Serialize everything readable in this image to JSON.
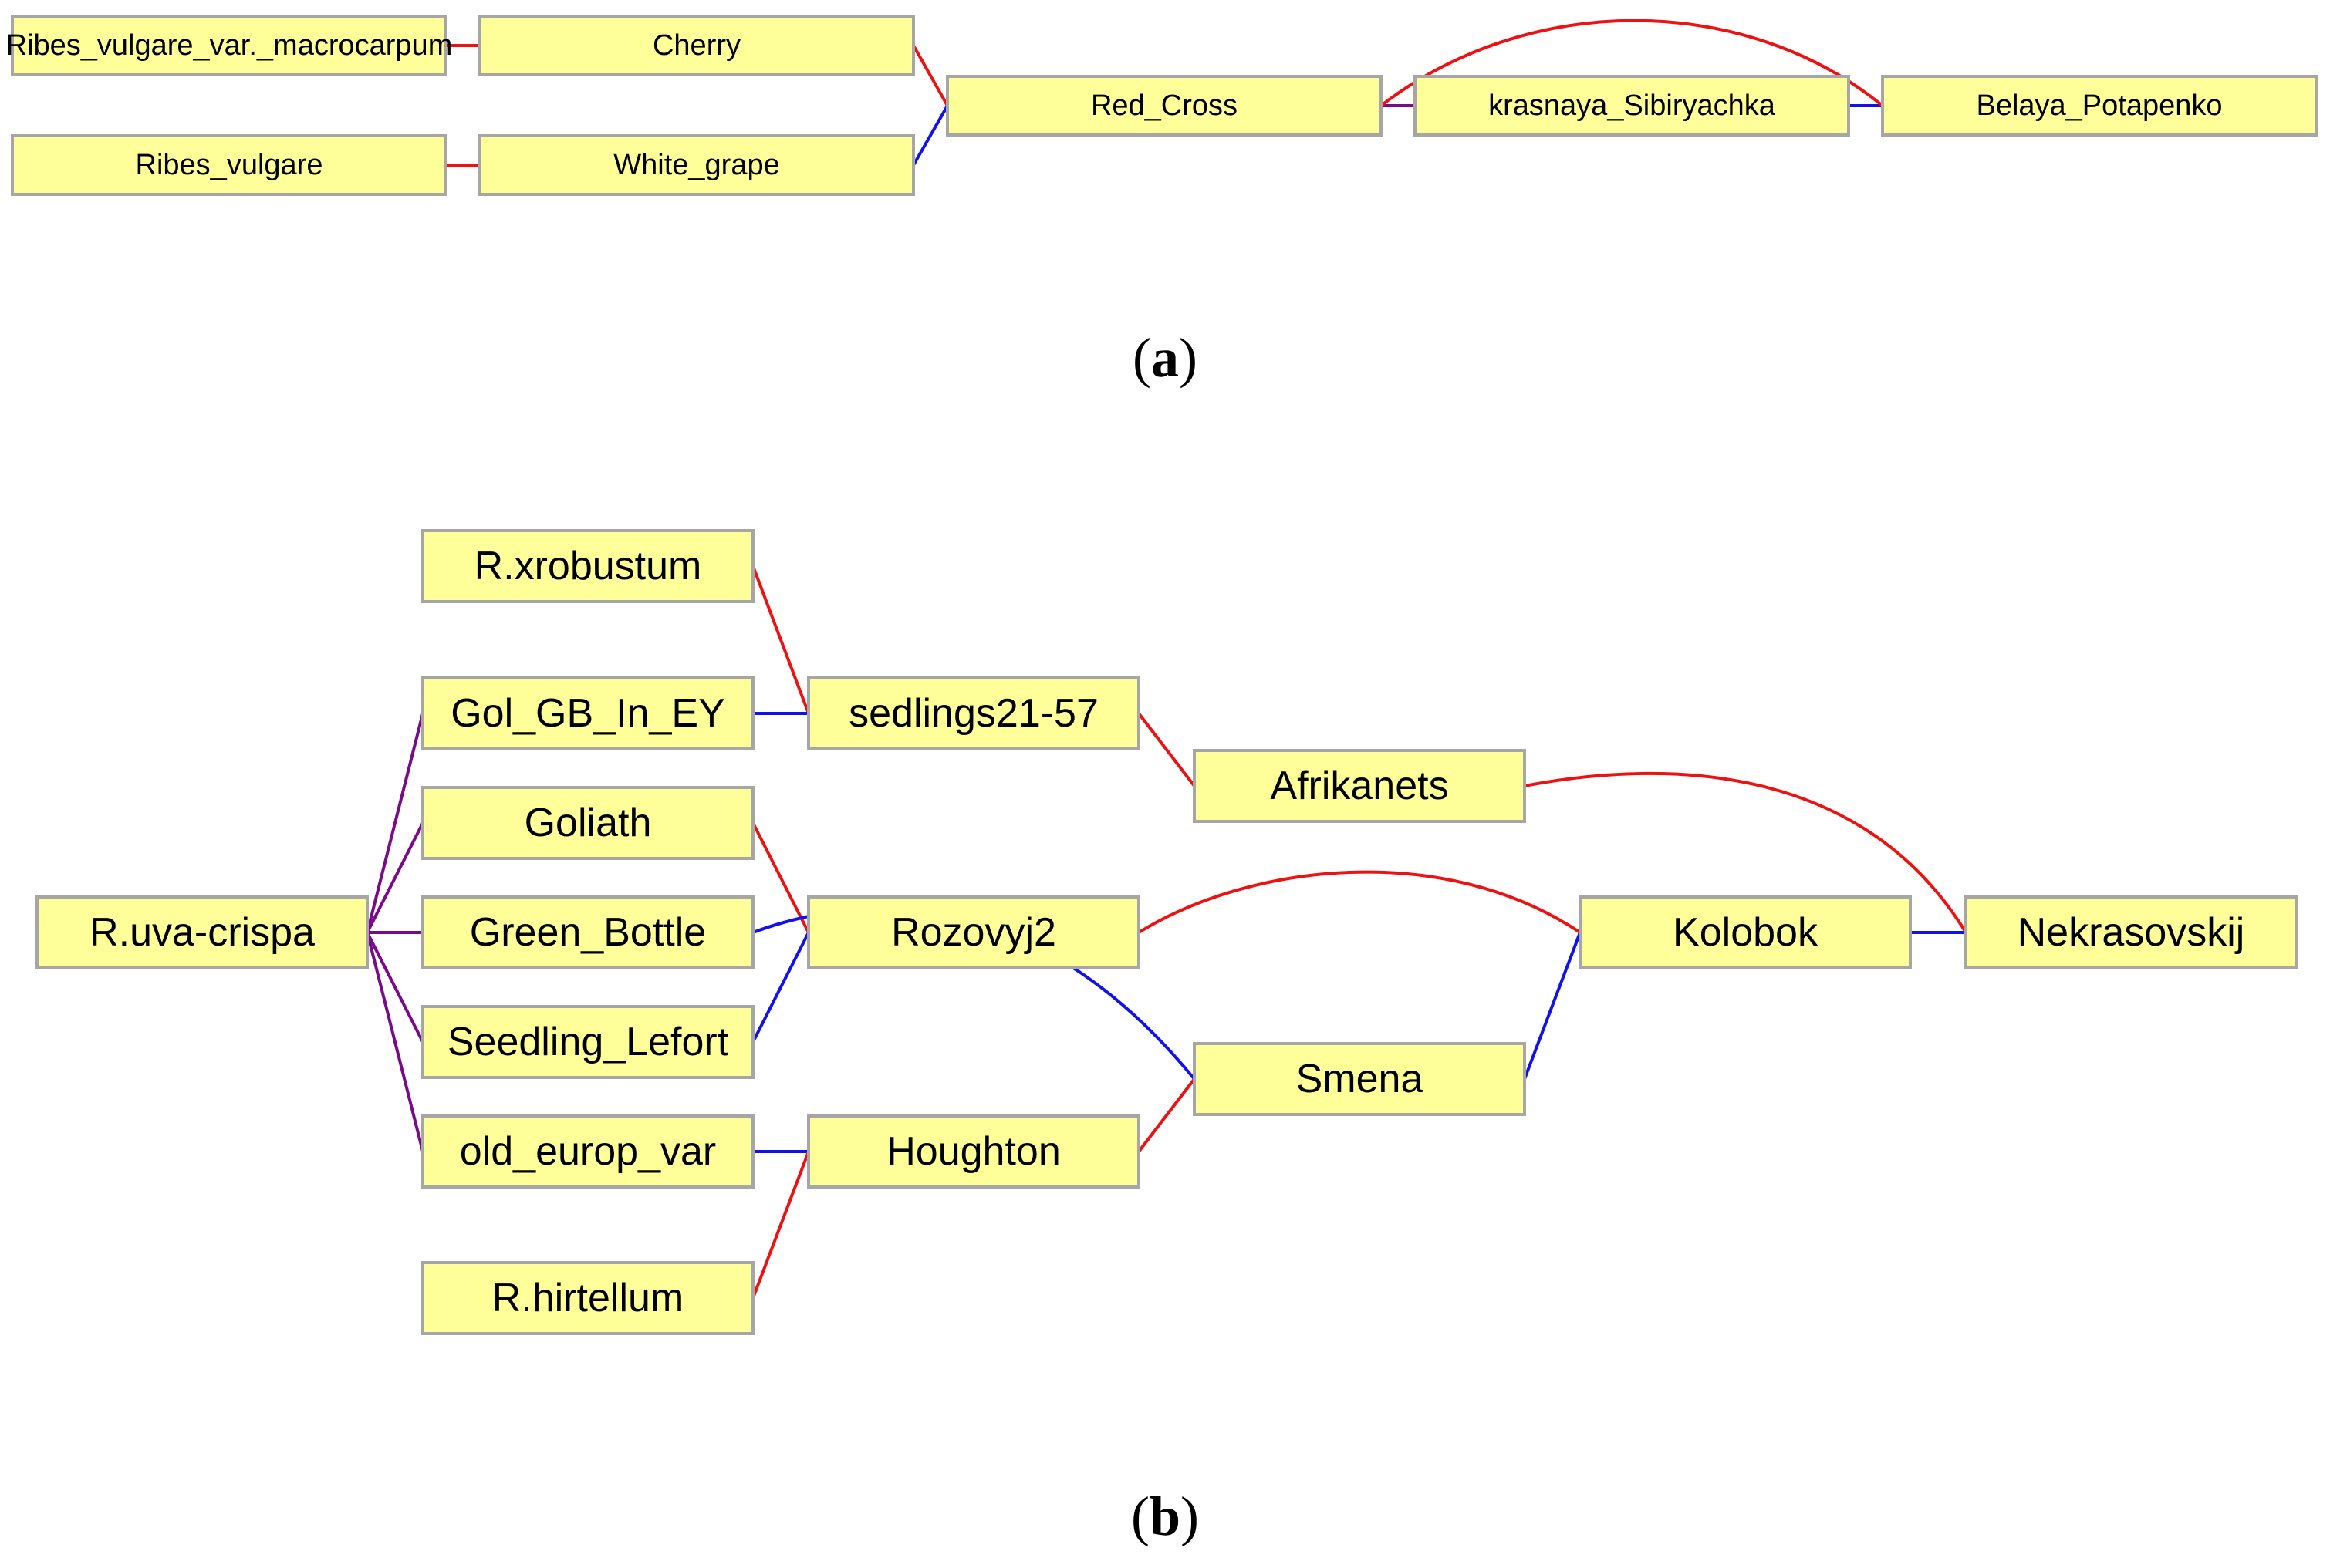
{
  "colors": {
    "node_fill": "#ffff99",
    "node_border": "#a6a6a6",
    "red": "#ee1111",
    "blue": "#1111ee",
    "purple": "#7a0a8a"
  },
  "panel_a": {
    "label_open": "(",
    "label_letter": "a",
    "label_close": ")",
    "nodes": {
      "ribes_vulgare_macrocarpum": "Ribes_vulgare_var._macrocarpum",
      "cherry": "Cherry",
      "ribes_vulgare": "Ribes_vulgare",
      "white_grape": "White_grape",
      "red_cross": "Red_Cross",
      "krasnaya_sibiryachka": "krasnaya_Sibiryachka",
      "belaya_potapenko": "Belaya_Potapenko"
    },
    "edges": [
      {
        "from": "ribes_vulgare_macrocarpum",
        "to": "cherry",
        "color": "red"
      },
      {
        "from": "ribes_vulgare",
        "to": "white_grape",
        "color": "red"
      },
      {
        "from": "cherry",
        "to": "red_cross",
        "color": "red"
      },
      {
        "from": "white_grape",
        "to": "red_cross",
        "color": "blue"
      },
      {
        "from": "red_cross",
        "to": "krasnaya_sibiryachka",
        "color": "purple"
      },
      {
        "from": "krasnaya_sibiryachka",
        "to": "belaya_potapenko",
        "color": "blue"
      },
      {
        "from": "red_cross",
        "to": "belaya_potapenko",
        "color": "red"
      }
    ]
  },
  "panel_b": {
    "label_open": "(",
    "label_letter": "b",
    "label_close": ")",
    "nodes": {
      "r_xrobustum": "R.xrobustum",
      "gol_gb_in_ey": "Gol_GB_In_EY",
      "goliath": "Goliath",
      "green_bottle": "Green_Bottle",
      "seedling_lefort": "Seedling_Lefort",
      "old_europ_var": "old_europ_var",
      "r_hirtellum": "R.hirtellum",
      "r_uva_crispa": "R.uva-crispa",
      "sedlings21_57": "sedlings21-57",
      "rozovyj2": "Rozovyj2",
      "houghton": "Houghton",
      "afrikanets": "Afrikanets",
      "smena": "Smena",
      "kolobok": "Kolobok",
      "nekrasovskij": "Nekrasovskij"
    },
    "edges": [
      {
        "from": "r_uva_crispa",
        "to": "gol_gb_in_ey",
        "color": "purple"
      },
      {
        "from": "r_uva_crispa",
        "to": "goliath",
        "color": "purple"
      },
      {
        "from": "r_uva_crispa",
        "to": "green_bottle",
        "color": "purple"
      },
      {
        "from": "r_uva_crispa",
        "to": "seedling_lefort",
        "color": "purple"
      },
      {
        "from": "r_uva_crispa",
        "to": "old_europ_var",
        "color": "purple"
      },
      {
        "from": "r_xrobustum",
        "to": "sedlings21_57",
        "color": "red"
      },
      {
        "from": "gol_gb_in_ey",
        "to": "sedlings21_57",
        "color": "blue"
      },
      {
        "from": "goliath",
        "to": "rozovyj2",
        "color": "red"
      },
      {
        "from": "seedling_lefort",
        "to": "rozovyj2",
        "color": "blue"
      },
      {
        "from": "old_europ_var",
        "to": "houghton",
        "color": "blue"
      },
      {
        "from": "r_hirtellum",
        "to": "houghton",
        "color": "red"
      },
      {
        "from": "sedlings21_57",
        "to": "afrikanets",
        "color": "red"
      },
      {
        "from": "houghton",
        "to": "smena",
        "color": "red"
      },
      {
        "from": "green_bottle",
        "to": "smena",
        "color": "blue"
      },
      {
        "from": "rozovyj2",
        "to": "kolobok",
        "color": "red"
      },
      {
        "from": "smena",
        "to": "kolobok",
        "color": "blue"
      },
      {
        "from": "kolobok",
        "to": "nekrasovskij",
        "color": "blue"
      },
      {
        "from": "afrikanets",
        "to": "nekrasovskij",
        "color": "red"
      }
    ]
  }
}
